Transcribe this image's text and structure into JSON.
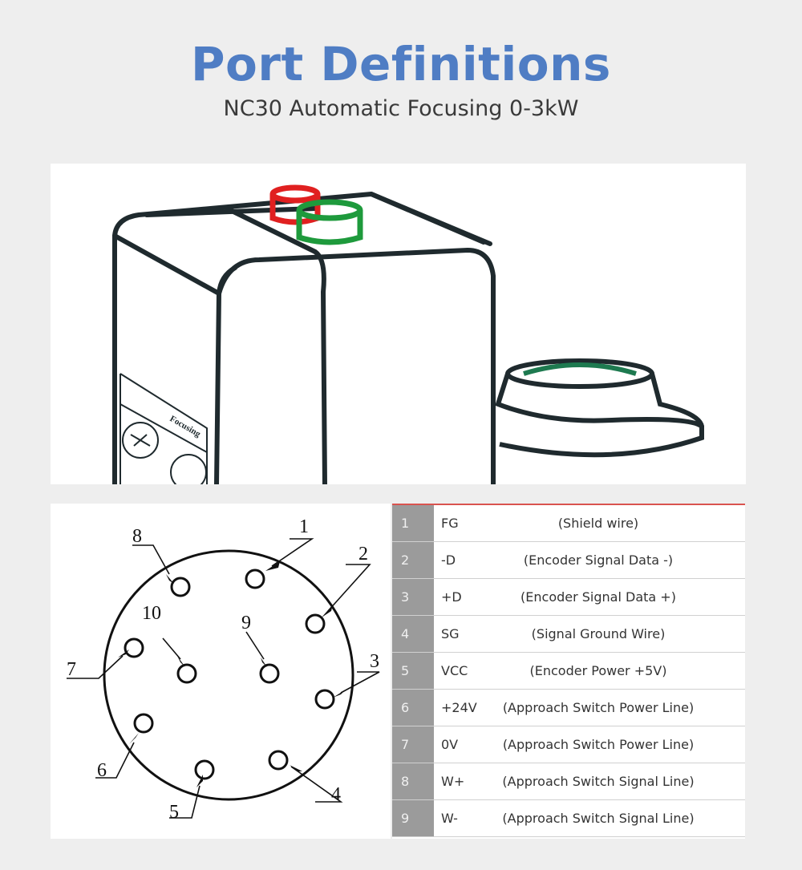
{
  "header": {
    "title": "Port Definitions",
    "subtitle": "NC30 Automatic Focusing 0-3kW"
  },
  "device_panel": {
    "label_text": "Focusing",
    "accent_red": "#e02020",
    "accent_green": "#1e9a3c",
    "outline": "#1f2a2e"
  },
  "pin_diagram": {
    "labels": [
      "1",
      "2",
      "3",
      "4",
      "5",
      "6",
      "7",
      "8",
      "9",
      "10"
    ]
  },
  "port_table": {
    "accent": "#d9534f",
    "rows": [
      {
        "num": "1",
        "code": "FG",
        "desc": "(Shield wire)"
      },
      {
        "num": "2",
        "code": "-D",
        "desc": "(Encoder Signal Data -)"
      },
      {
        "num": "3",
        "code": "+D",
        "desc": "(Encoder Signal Data +)"
      },
      {
        "num": "4",
        "code": "SG",
        "desc": "(Signal Ground Wire)"
      },
      {
        "num": "5",
        "code": "VCC",
        "desc": "(Encoder Power +5V)"
      },
      {
        "num": "6",
        "code": "+24V",
        "desc": "(Approach Switch Power Line)"
      },
      {
        "num": "7",
        "code": "0V",
        "desc": "(Approach Switch Power Line)"
      },
      {
        "num": "8",
        "code": "W+",
        "desc": "(Approach Switch Signal Line)"
      },
      {
        "num": "9",
        "code": "W-",
        "desc": "(Approach Switch Signal Line)"
      }
    ]
  }
}
